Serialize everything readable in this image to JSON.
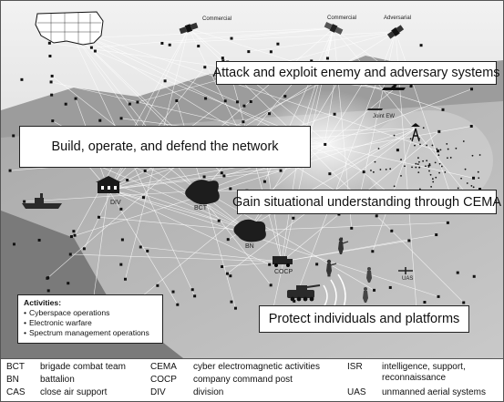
{
  "callouts": {
    "attack": "Attack and exploit enemy and adversary systems",
    "build": "Build, operate, and defend the network",
    "gain": "Gain situational understanding through CEMA",
    "protect": "Protect individuals and platforms"
  },
  "activities": {
    "title": "Activities:",
    "items": [
      "Cyberspace operations",
      "Electronic warfare",
      "Spectrum management operations"
    ]
  },
  "scene_labels": {
    "commercial_1": "Commercial",
    "commercial_2": "Commercial",
    "adversarial": "Adversarial",
    "joint": "Joint EW",
    "div": "DIV",
    "bct": "BCT",
    "bn": "BN",
    "cocp": "COCP",
    "uas": "UAS"
  },
  "legend": [
    {
      "abbr": "BCT",
      "definition": "brigade combat team"
    },
    {
      "abbr": "BN",
      "definition": "battalion"
    },
    {
      "abbr": "CAS",
      "definition": "close air support"
    },
    {
      "abbr": "CEMA",
      "definition": "cyber electromagnetic activities"
    },
    {
      "abbr": "COCP",
      "definition": "company command post"
    },
    {
      "abbr": "DIV",
      "definition": "division"
    },
    {
      "abbr": "ISR",
      "definition": "intelligence, support,"
    },
    {
      "abbr": "",
      "definition": "reconnaissance"
    },
    {
      "abbr": "UAS",
      "definition": "unmanned aerial systems"
    }
  ],
  "colors": {
    "sky": "#e6e6e6",
    "land": "#b4b4b4",
    "sea": "#7e7e7e",
    "links": "#ffffff",
    "nodes": "#111111"
  }
}
